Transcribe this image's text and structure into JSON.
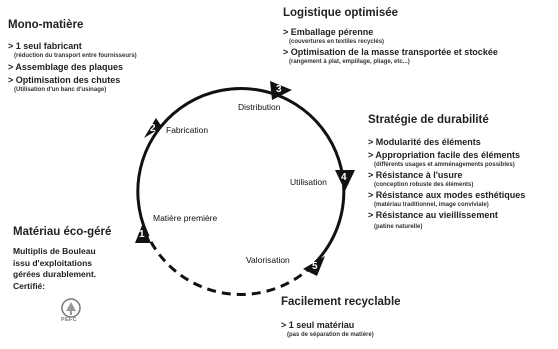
{
  "mono_matiere": {
    "title": "Mono-matière",
    "items": [
      {
        "label": "> 1 seul fabricant",
        "sub": "(réduction du transport entre fournisseurs)"
      },
      {
        "label": "> Assemblage des plaques",
        "sub": ""
      },
      {
        "label": "> Optimisation des chutes",
        "sub": "(Utilisation d'un banc d'usinage)"
      }
    ]
  },
  "logistique": {
    "title": "Logistique optimisée",
    "items": [
      {
        "label": "> Emballage pérenne",
        "sub": "(couvertures en textiles recyclés)"
      },
      {
        "label": "> Optimisation de la masse transportée et stockée",
        "sub": "(rangement à plat, empillage, pliage, etc...)"
      }
    ]
  },
  "strategie": {
    "title": "Stratégie de durabilité",
    "items": [
      {
        "label": "> Modularité des éléments",
        "sub": ""
      },
      {
        "label": "> Appropriation facile des éléments",
        "sub": "(différents usages et amménagements possibles)"
      },
      {
        "label": "> Résistance à l'usure",
        "sub": "(conception robuste des éléments)"
      },
      {
        "label": "> Résistance aux modes esthétiques",
        "sub": "(matériau traditionnel, image conviviale)"
      },
      {
        "label": "> Résistance au vieillissement",
        "sub": "(patine naturelle)"
      }
    ]
  },
  "materiau": {
    "title": "Matériau éco-géré",
    "lines": [
      "Multiplis de Bouleau",
      "issu d'exploitations",
      "gérées durablement.",
      "Certifié:"
    ],
    "logo_text": "PEFC"
  },
  "recyclable": {
    "title": "Facilement recyclable",
    "items": [
      {
        "label": "> 1 seul matériau",
        "sub": "(pas de séparation de matière)"
      }
    ]
  },
  "stages": [
    {
      "number": "1",
      "label": "Matière première"
    },
    {
      "number": "2",
      "label": "Fabrication"
    },
    {
      "number": "3",
      "label": "Distribution"
    },
    {
      "number": "4",
      "label": "Utilisation"
    },
    {
      "number": "5",
      "label": "Valorisation"
    }
  ],
  "colors": {
    "text": "#222222",
    "cycle": "#111111",
    "background": "#ffffff"
  }
}
